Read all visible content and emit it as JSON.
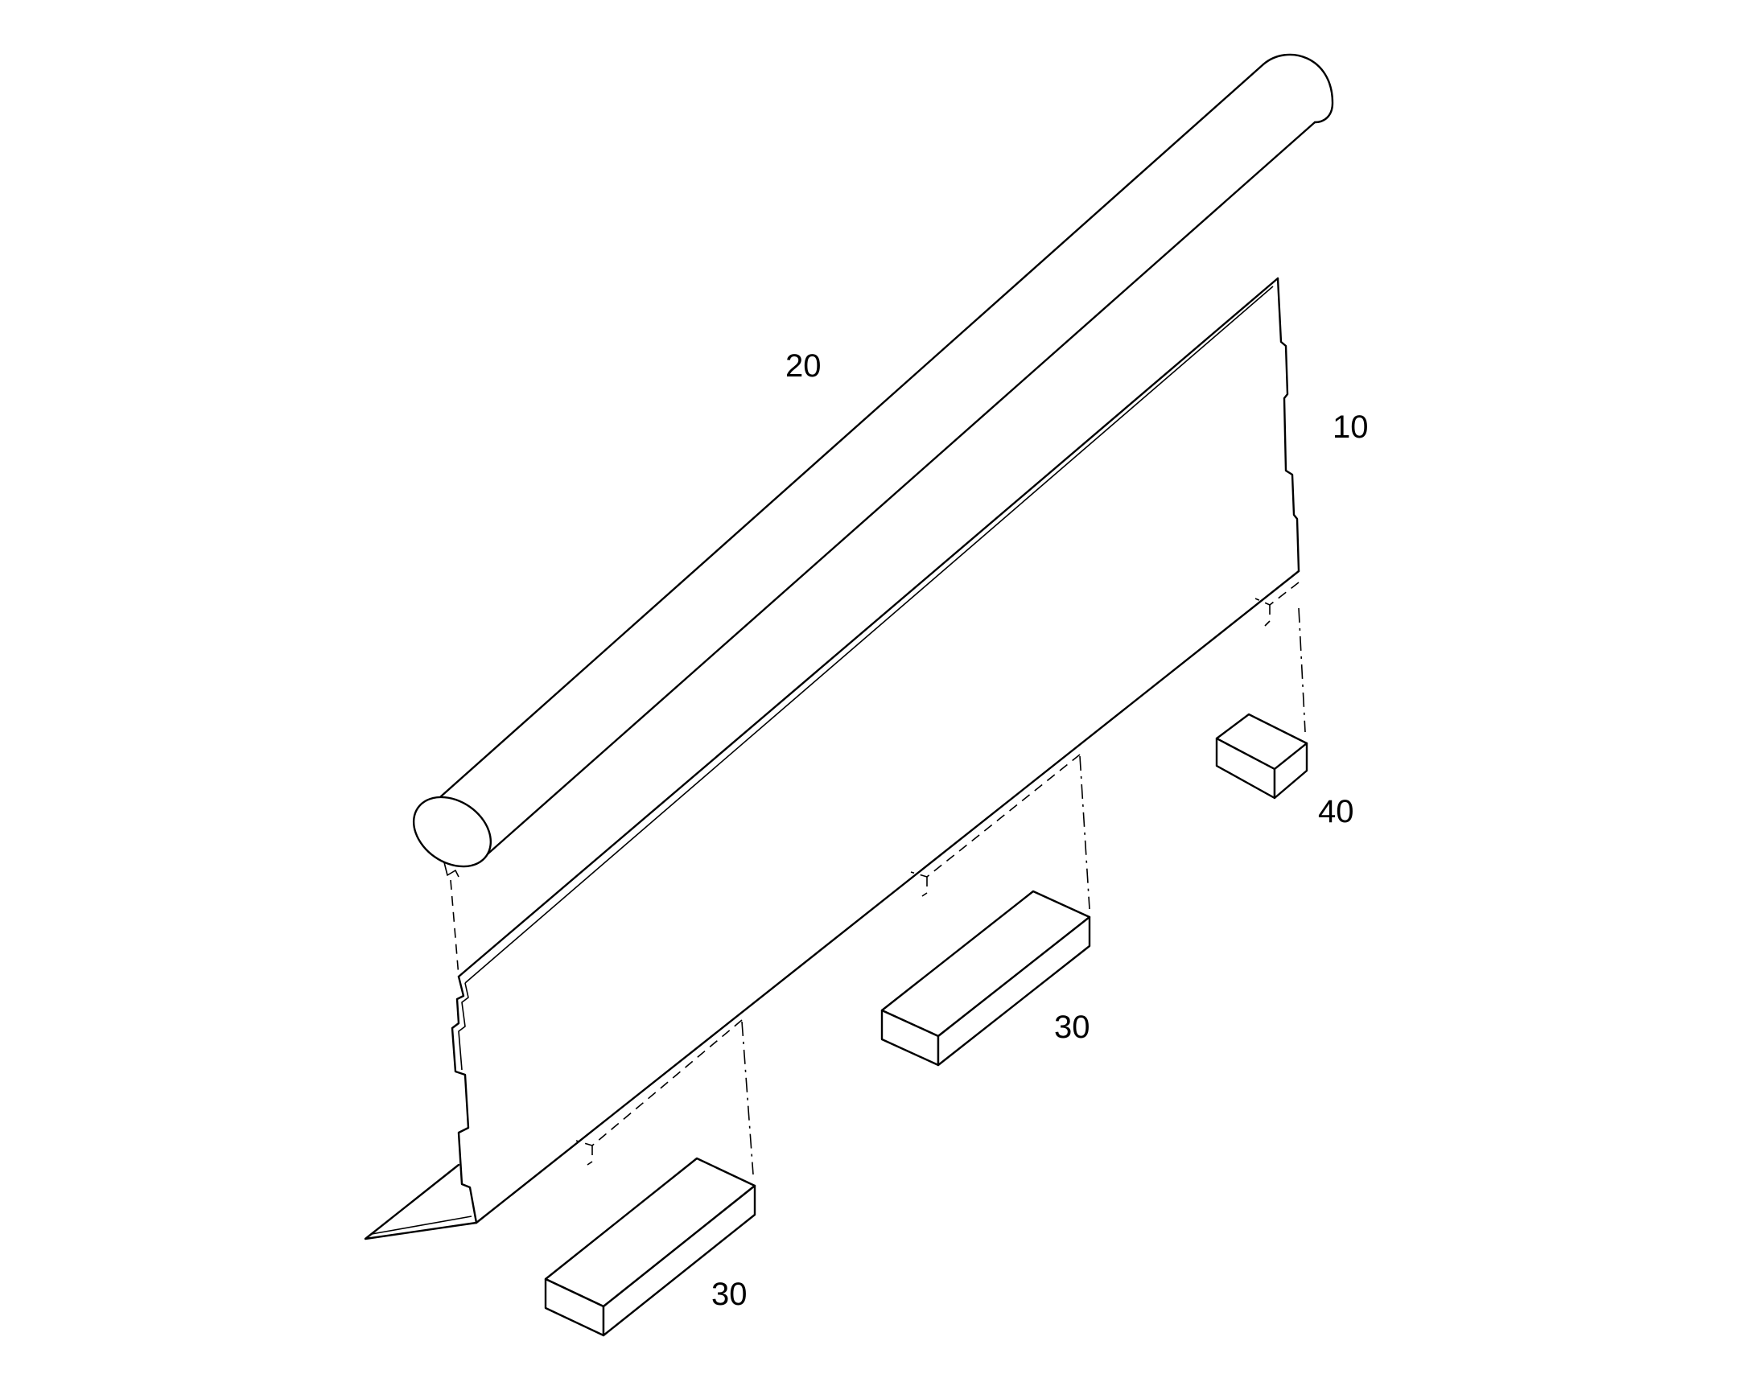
{
  "labels": {
    "tube": "20",
    "panel": "10",
    "block_small": "40",
    "block_mid": "30",
    "block_low": "30"
  }
}
